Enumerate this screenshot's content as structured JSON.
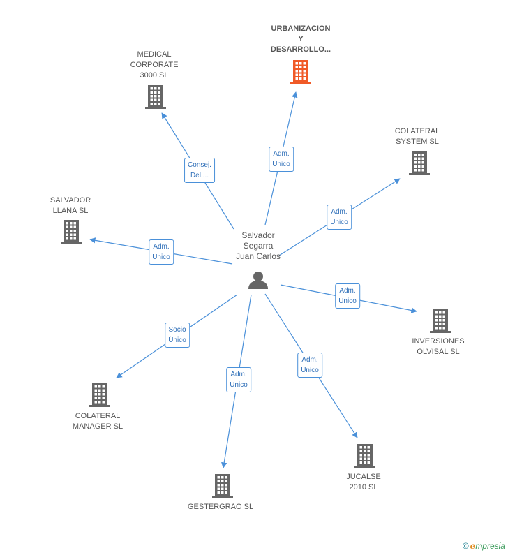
{
  "center": {
    "label": "Salvador\nSegarra\nJuan Carlos",
    "icon": "person-icon"
  },
  "nodes": [
    {
      "id": "urbanizacion",
      "label": "URBANIZACION\nY\nDESARROLLO...",
      "icon": "building-icon",
      "color": "#f05a28",
      "highlight": true,
      "relation": "Adm.\nUnico"
    },
    {
      "id": "medical",
      "label": "MEDICAL\nCORPORATE\n3000 SL",
      "icon": "building-icon",
      "color": "#666666",
      "highlight": false,
      "relation": "Consej.\nDel...."
    },
    {
      "id": "colateral-system",
      "label": "COLATERAL\nSYSTEM SL",
      "icon": "building-icon",
      "color": "#666666",
      "highlight": false,
      "relation": "Adm.\nUnico"
    },
    {
      "id": "salvador-llana",
      "label": "SALVADOR\nLLANA SL",
      "icon": "building-icon",
      "color": "#666666",
      "highlight": false,
      "relation": "Adm.\nUnico"
    },
    {
      "id": "inversiones",
      "label": "INVERSIONES\nOLVISAL SL",
      "icon": "building-icon",
      "color": "#666666",
      "highlight": false,
      "relation": "Adm.\nUnico"
    },
    {
      "id": "colateral-manager",
      "label": "COLATERAL\nMANAGER SL",
      "icon": "building-icon",
      "color": "#666666",
      "highlight": false,
      "relation": "Socio\nÚnico"
    },
    {
      "id": "gestergrao",
      "label": "GESTERGRAO SL",
      "icon": "building-icon",
      "color": "#666666",
      "highlight": false,
      "relation": "Adm.\nUnico"
    },
    {
      "id": "jucalse",
      "label": "JUCALSE\n2010 SL",
      "icon": "building-icon",
      "color": "#666666",
      "highlight": false,
      "relation": "Adm.\nUnico"
    }
  ],
  "colors": {
    "edge": "#4a90d9",
    "person": "#666666"
  },
  "brand": {
    "copyright": "©",
    "initial": "e",
    "rest": "mpresia"
  }
}
